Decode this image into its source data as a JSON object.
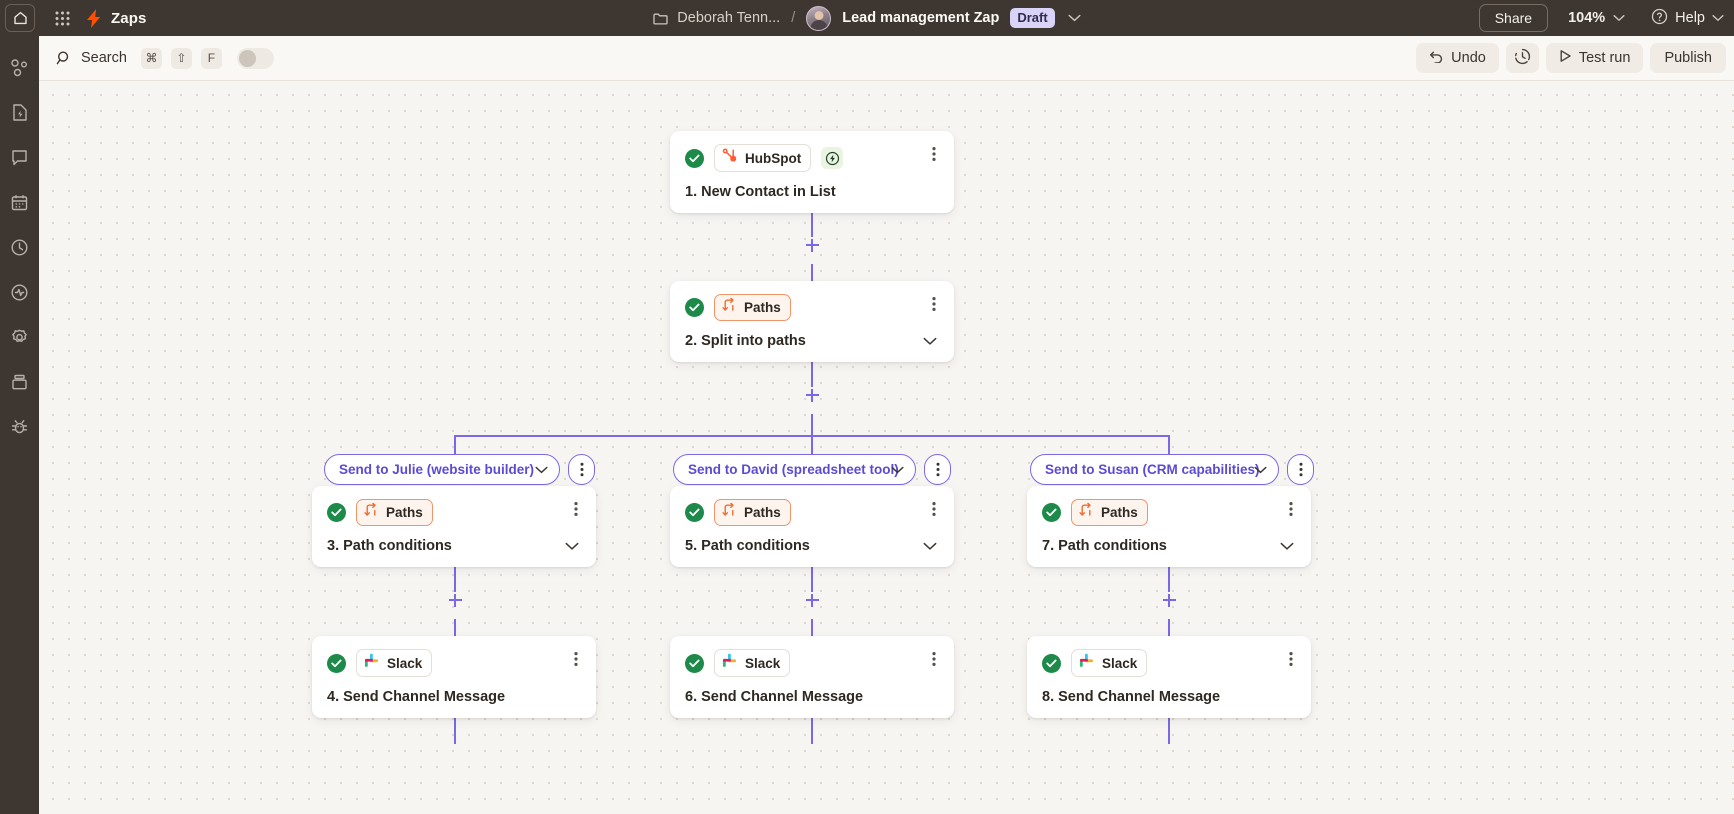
{
  "topbar": {
    "home_icon": "home-icon",
    "apps_icon": "app-grid-icon",
    "brand_icon": "zapier-bolt-icon",
    "brand_label": "Zaps",
    "breadcrumb": {
      "folder_icon": "folder-icon",
      "folder_name": "Deborah Tenn...",
      "separator": "/",
      "avatar": "user-avatar",
      "zap_title": "Lead management Zap",
      "status_badge": "Draft",
      "chevron_icon": "chevron-down-icon"
    },
    "share_label": "Share",
    "zoom_level": "104%",
    "zoom_chevron_icon": "chevron-down-icon",
    "help_icon": "question-circle-icon",
    "help_label": "Help",
    "help_chevron_icon": "chevron-down-icon"
  },
  "sidebar": {
    "items": [
      {
        "icon": "flow-nodes-icon",
        "name": "zap-editor"
      },
      {
        "icon": "document-bolt-icon",
        "name": "drafts"
      },
      {
        "icon": "chat-bubble-icon",
        "name": "chat"
      },
      {
        "icon": "calendar-icon",
        "name": "schedule"
      },
      {
        "icon": "clock-icon",
        "name": "history"
      },
      {
        "icon": "activity-pulse-icon",
        "name": "monitoring"
      },
      {
        "icon": "gear-icon",
        "name": "settings"
      },
      {
        "icon": "database-icon",
        "name": "tables"
      },
      {
        "icon": "bug-icon",
        "name": "debug"
      }
    ]
  },
  "toolbar": {
    "search_icon": "search-icon",
    "search_label": "Search",
    "shortcut_keys": [
      "⌘",
      "⇧",
      "F"
    ],
    "toggle_state": "off",
    "undo_icon": "undo-arrow-icon",
    "undo_label": "Undo",
    "history_icon": "version-history-icon",
    "test_run_icon": "play-triangle-icon",
    "test_run_label": "Test run",
    "publish_label": "Publish"
  },
  "canvas": {
    "nodes": [
      {
        "id": "n1",
        "status_icon": "check-circle-icon",
        "app": "HubSpot",
        "app_icon": "hubspot-icon",
        "badge_icon": "trigger-bolt-icon",
        "title": "1. New Contact in List",
        "kebab_icon": "kebab-menu-icon",
        "has_chevron": false
      },
      {
        "id": "n2",
        "status_icon": "check-circle-icon",
        "app": "Paths",
        "app_icon": "paths-branch-icon",
        "title": "2. Split into paths",
        "kebab_icon": "kebab-menu-icon",
        "has_chevron": true
      },
      {
        "id": "n3",
        "status_icon": "check-circle-icon",
        "app": "Paths",
        "app_icon": "paths-branch-icon",
        "title": "3. Path conditions",
        "kebab_icon": "kebab-menu-icon",
        "has_chevron": true
      },
      {
        "id": "n4",
        "status_icon": "check-circle-icon",
        "app": "Slack",
        "app_icon": "slack-icon",
        "title": "4. Send Channel Message",
        "kebab_icon": "kebab-menu-icon",
        "has_chevron": false
      },
      {
        "id": "n5",
        "status_icon": "check-circle-icon",
        "app": "Paths",
        "app_icon": "paths-branch-icon",
        "title": "5. Path conditions",
        "kebab_icon": "kebab-menu-icon",
        "has_chevron": true
      },
      {
        "id": "n6",
        "status_icon": "check-circle-icon",
        "app": "Slack",
        "app_icon": "slack-icon",
        "title": "6. Send Channel Message",
        "kebab_icon": "kebab-menu-icon",
        "has_chevron": false
      },
      {
        "id": "n7",
        "status_icon": "check-circle-icon",
        "app": "Paths",
        "app_icon": "paths-branch-icon",
        "title": "7. Path conditions",
        "kebab_icon": "kebab-menu-icon",
        "has_chevron": true
      },
      {
        "id": "n8",
        "status_icon": "check-circle-icon",
        "app": "Slack",
        "app_icon": "slack-icon",
        "title": "8. Send Channel Message",
        "kebab_icon": "kebab-menu-icon",
        "has_chevron": false
      }
    ],
    "path_labels": [
      {
        "text": "Send to Julie (website builder)",
        "chevron_icon": "chevron-down-icon",
        "kebab_icon": "kebab-menu-icon"
      },
      {
        "text": "Send to David (spreadsheet tool)",
        "chevron_icon": "chevron-down-icon",
        "kebab_icon": "kebab-menu-icon"
      },
      {
        "text": "Send to Susan (CRM capabilities)",
        "chevron_icon": "chevron-down-icon",
        "kebab_icon": "kebab-menu-icon"
      }
    ],
    "add_step_icon": "plus-icon"
  },
  "colors": {
    "topbar_bg": "#3e3630",
    "canvas_bg": "#f7f5f2",
    "connector": "#7a68e8",
    "brand_orange": "#ff4f00",
    "success_green": "#1e8a4a",
    "paths_orange": "#f0956a",
    "draft_badge_bg": "#d8d3f7"
  }
}
